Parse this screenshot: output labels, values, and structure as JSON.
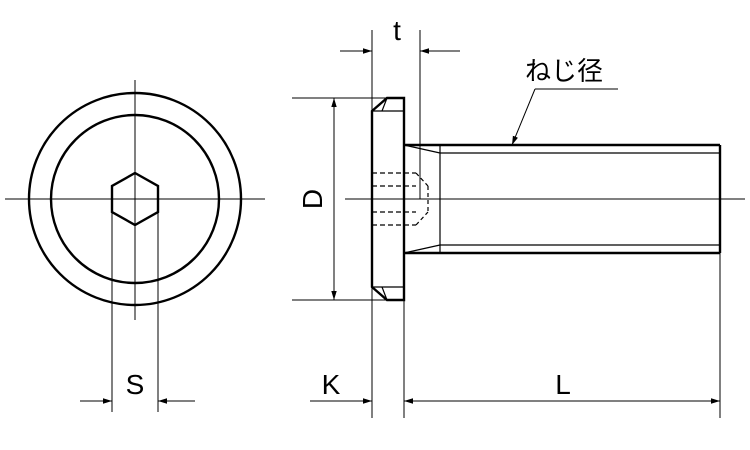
{
  "labels": {
    "s": "S",
    "t": "t",
    "d": "D",
    "k": "K",
    "l": "L",
    "thread_note": "ねじ径"
  }
}
